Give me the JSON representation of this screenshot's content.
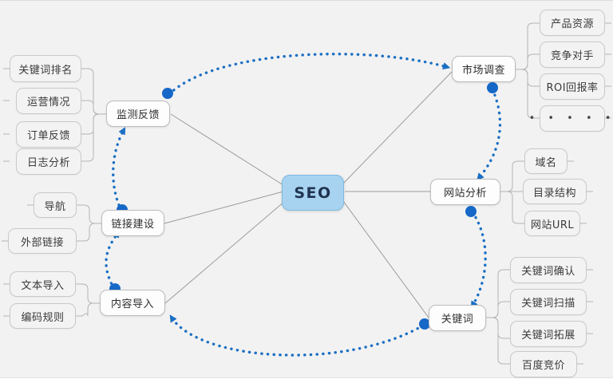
{
  "diagram": {
    "type": "mindmap",
    "title": "SEO",
    "background_color": "#f2f2f2",
    "root_color": "#a8d3f0",
    "flow_color": "#1b6fc4",
    "edge_color": "#a0a0a0"
  },
  "root": {
    "label": "SEO"
  },
  "branches": [
    {
      "id": "monitor",
      "label": "监测反馈",
      "children": [
        {
          "label": "关键词排名"
        },
        {
          "label": "运营情况"
        },
        {
          "label": "订单反馈"
        },
        {
          "label": "日志分析"
        }
      ]
    },
    {
      "id": "link",
      "label": "链接建设",
      "children": [
        {
          "label": "导航"
        },
        {
          "label": "外部链接"
        }
      ]
    },
    {
      "id": "content",
      "label": "内容导入",
      "children": [
        {
          "label": "文本导入"
        },
        {
          "label": "编码规则"
        }
      ]
    },
    {
      "id": "market",
      "label": "市场调查",
      "children": [
        {
          "label": "产品资源"
        },
        {
          "label": "竞争对手"
        },
        {
          "label": "ROI回报率"
        },
        {
          "label": "• • • • •"
        }
      ]
    },
    {
      "id": "site",
      "label": "网站分析",
      "children": [
        {
          "label": "域名"
        },
        {
          "label": "目录结构"
        },
        {
          "label": "网站URL"
        }
      ]
    },
    {
      "id": "keyword",
      "label": "关键词",
      "children": [
        {
          "label": "关键词确认"
        },
        {
          "label": "关键词扫描"
        },
        {
          "label": "关键词拓展"
        },
        {
          "label": "百度竞价"
        }
      ]
    }
  ],
  "flow": {
    "label": "seo-process-cycle",
    "steps": [
      "市场调查",
      "网站分析",
      "关键词",
      "内容导入",
      "链接建设",
      "监测反馈"
    ]
  }
}
